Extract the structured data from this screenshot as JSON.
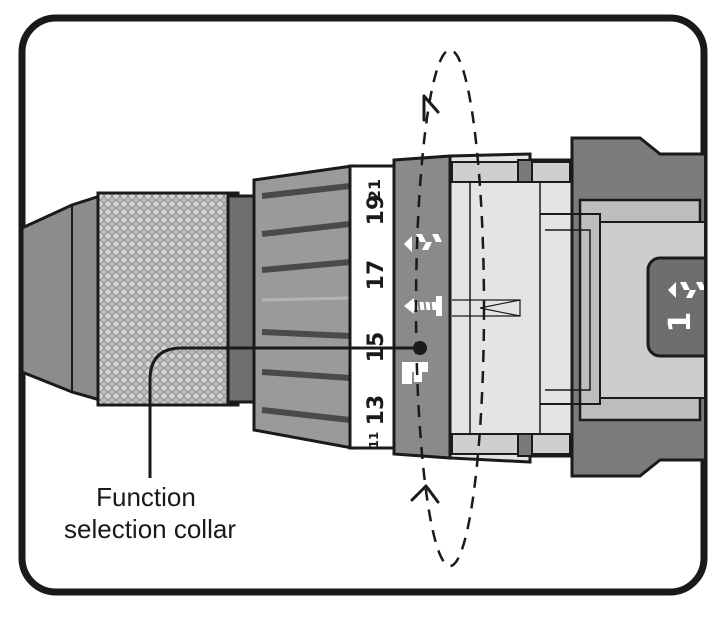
{
  "diagram": {
    "callout": {
      "line1": "Function",
      "line2": "selection collar"
    },
    "torque_scale": {
      "labels": [
        "21",
        "19",
        "17",
        "15",
        "13",
        "11"
      ]
    },
    "mode_badge": "1",
    "colors": {
      "outline": "#1a1a1a",
      "dark_gray": "#7a7a7a",
      "mid_gray": "#9c9c9c",
      "light_gray": "#c9c9c9",
      "pale_gray": "#e2e2e2",
      "white": "#ffffff"
    },
    "icons": [
      "drill-bit-icon",
      "screw-icon",
      "hammer-icon",
      "rotation-arrow-icon"
    ]
  }
}
